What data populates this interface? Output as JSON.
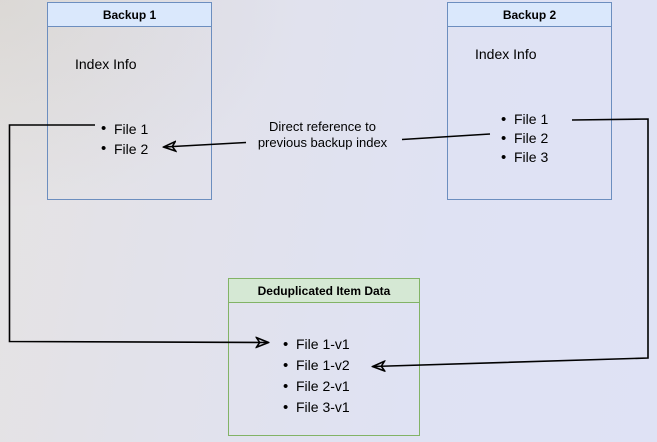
{
  "diagram": {
    "backup1": {
      "title": "Backup 1",
      "section_label": "Index Info",
      "items": [
        "File 1",
        "File 2"
      ],
      "fill": "#dae8fc",
      "border": "#6c8ebf"
    },
    "backup2": {
      "title": "Backup 2",
      "section_label": "Index Info",
      "items": [
        "File 1",
        "File 2",
        "File 3"
      ],
      "fill": "#dae8fc",
      "border": "#6c8ebf"
    },
    "dedup": {
      "title": "Deduplicated Item Data",
      "items": [
        "File 1-v1",
        "File 1-v2",
        "File 2-v1",
        "File 3-v1"
      ],
      "fill": "#d5e8d4",
      "border": "#82b366"
    },
    "annotation": {
      "line1": "Direct reference to",
      "line2": "previous backup index"
    },
    "arrow_color": "#000000"
  }
}
